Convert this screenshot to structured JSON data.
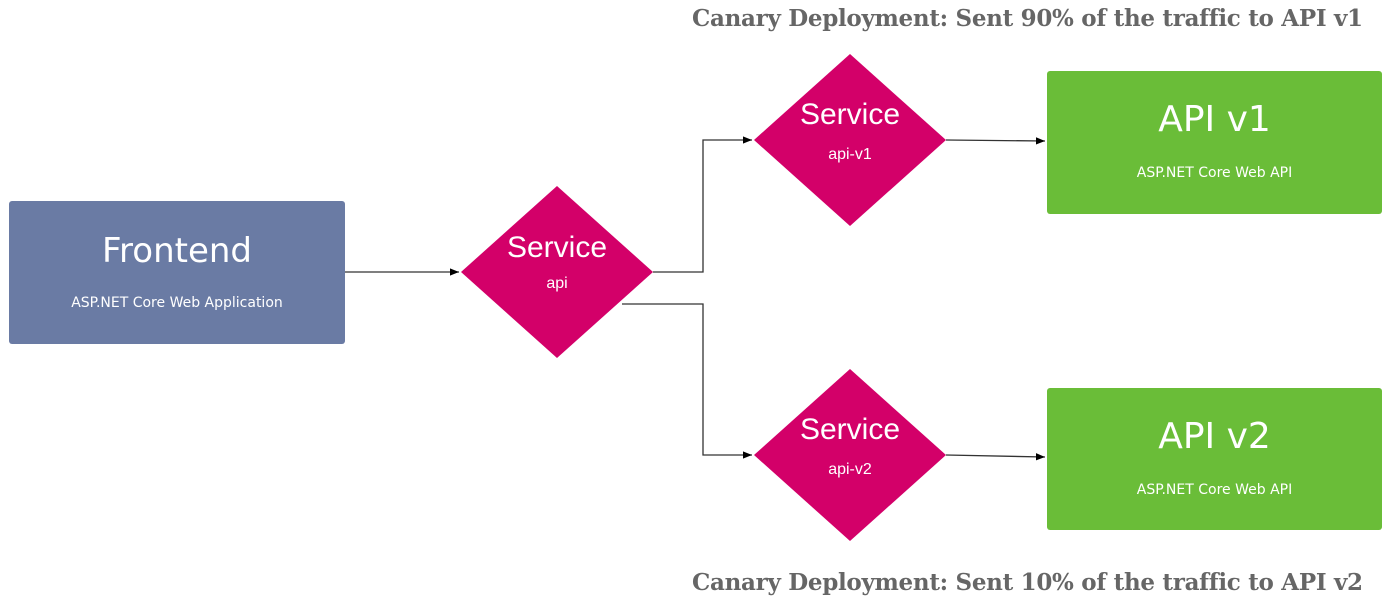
{
  "captions": {
    "top": "Canary Deployment: Sent 90% of the traffic to API v1",
    "bottom": "Canary Deployment: Sent 10% of the traffic to API v2"
  },
  "nodes": {
    "frontend": {
      "title": "Frontend",
      "subtitle": "ASP.NET Core Web Application",
      "color": "#6a7ba4"
    },
    "service_api": {
      "title": "Service",
      "subtitle": "api",
      "color": "#d30069"
    },
    "service_api_v1": {
      "title": "Service",
      "subtitle": "api-v1",
      "color": "#d30069"
    },
    "service_api_v2": {
      "title": "Service",
      "subtitle": "api-v2",
      "color": "#d30069"
    },
    "api_v1": {
      "title": "API v1",
      "subtitle": "ASP.NET Core Web API",
      "color": "#6abd38"
    },
    "api_v2": {
      "title": "API v2",
      "subtitle": "ASP.NET Core Web API",
      "color": "#6abd38"
    }
  },
  "edges": [
    {
      "from": "frontend",
      "to": "service_api"
    },
    {
      "from": "service_api",
      "to": "service_api_v1"
    },
    {
      "from": "service_api",
      "to": "service_api_v2"
    },
    {
      "from": "service_api_v1",
      "to": "api_v1"
    },
    {
      "from": "service_api_v2",
      "to": "api_v2"
    }
  ]
}
